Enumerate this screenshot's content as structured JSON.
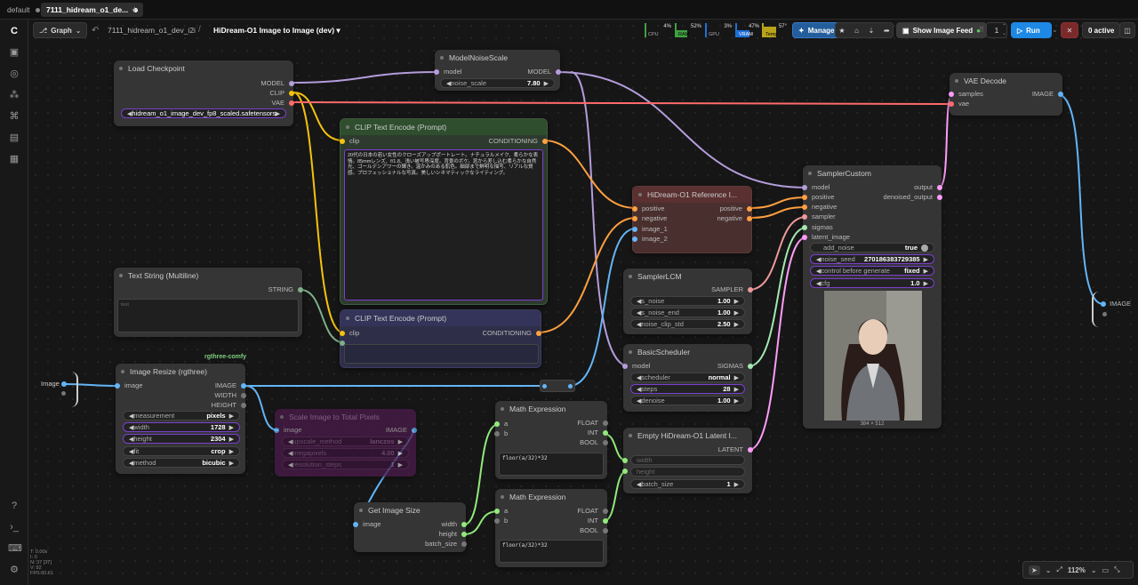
{
  "tabs": [
    "default",
    "7111_hidream_o1_de..."
  ],
  "breadcrumb": {
    "mode": "Graph",
    "workflow": "7111_hidream_o1_dev_i2i",
    "title": "HiDream-O1 Image to Image (dev)"
  },
  "stats": {
    "cpu_pct": "4%",
    "cpu_lbl": "CPU",
    "ram_pct": "52%",
    "ram_lbl": "RAM",
    "gpu_pct": "3%",
    "gpu_lbl": "GPU",
    "vram_pct": "47%",
    "vram_lbl": "VRAM",
    "temp_pct": "57°",
    "temp_lbl": "Temp"
  },
  "buttons": {
    "manager": "Manager",
    "show_feed": "Show Image Feed",
    "queue_count": "1",
    "run": "Run",
    "active": "0 active",
    "zoom": "112%"
  },
  "status_lines": [
    "T: 0.00s",
    "I: 0",
    "N: 37 [37]",
    "V: 92",
    "FPS:60.61"
  ],
  "nodes": {
    "load_ckpt": {
      "title": "Load Checkpoint",
      "out": [
        "MODEL",
        "CLIP",
        "VAE"
      ],
      "ckpt": "hidream_o1_image_dev_fp8_scaled.safetensors"
    },
    "noise_scale": {
      "title": "ModelNoiseScale",
      "in": "model",
      "out": "MODEL",
      "w_label": "noise_scale",
      "w_val": "7.80"
    },
    "clip1": {
      "title": "CLIP Text Encode (Prompt)",
      "in": "clip",
      "out": "CONDITIONING",
      "text": "20代の日本の若い女性のクローズアップポートレート。ナチュラルメイク、柔らかな表情。85mmレンズ、f/1.8、浅い被写界深度。背景のボケ。窓から差し込む柔らかな自然光、ゴールデンアワーの輝き。温かみのある肌色。細部まで鮮明な描写、リアルな質感。プロフェッショナルな写真。美しいシネマティックなライティング。"
    },
    "clip2": {
      "title": "CLIP Text Encode (Prompt)",
      "in": "clip",
      "out": "CONDITIONING"
    },
    "text_string": {
      "title": "Text String (Multiline)",
      "out": "STRING",
      "placeholder": "text"
    },
    "hd_ref": {
      "title": "HiDream-O1 Reference I...",
      "in": [
        "positive",
        "negative",
        "image_1",
        "image_2"
      ],
      "out": [
        "positive",
        "negative"
      ]
    },
    "sampler_custom": {
      "title": "SamplerCustom",
      "in": [
        "model",
        "positive",
        "negative",
        "sampler",
        "sigmas",
        "latent_image"
      ],
      "out": [
        "output",
        "denoised_output"
      ],
      "add_noise_lbl": "add_noise",
      "add_noise": "true",
      "seed_lbl": "noise_seed",
      "seed": "270186383729385",
      "cag_lbl": "control before generate",
      "cag": "fixed",
      "cfg_lbl": "cfg",
      "cfg": "1.0",
      "img_size": "384 × 512"
    },
    "vae_decode": {
      "title": "VAE Decode",
      "in": [
        "samples",
        "vae"
      ],
      "out": "IMAGE"
    },
    "sampler_lcm": {
      "title": "SamplerLCM",
      "out": "SAMPLER",
      "w": [
        [
          "s_noise",
          "1.00"
        ],
        [
          "s_noise_end",
          "1.00"
        ],
        [
          "noise_clip_std",
          "2.50"
        ]
      ]
    },
    "basic_sched": {
      "title": "BasicScheduler",
      "in": "model",
      "out": "SIGMAS",
      "w": [
        [
          "scheduler",
          "normal"
        ],
        [
          "steps",
          "28"
        ],
        [
          "denoise",
          "1.00"
        ]
      ]
    },
    "resize": {
      "title": "Image Resize (rgthree)",
      "badge": "rgthree-comfy",
      "in": "image",
      "out": [
        "IMAGE",
        "WIDTH",
        "HEIGHT"
      ],
      "w": [
        [
          "measurement",
          "pixels"
        ],
        [
          "width",
          "1728"
        ],
        [
          "height",
          "2304"
        ],
        [
          "fit",
          "crop"
        ],
        [
          "method",
          "bicubic"
        ]
      ]
    },
    "scale_total": {
      "title": "Scale Image to Total Pixels",
      "in": "image",
      "out": "IMAGE",
      "w": [
        [
          "upscale_method",
          "lanczos"
        ],
        [
          "megapixels",
          "4.00"
        ],
        [
          "resolution_steps",
          "1"
        ]
      ]
    },
    "math1": {
      "title": "Math Expression",
      "in": [
        "a",
        "b"
      ],
      "out": [
        "FLOAT",
        "INT",
        "BOOL"
      ],
      "expr": "floor(a/32)*32"
    },
    "math2": {
      "title": "Math Expression",
      "in": [
        "a",
        "b"
      ],
      "out": [
        "FLOAT",
        "INT",
        "BOOL"
      ],
      "expr": "floor(a/32)*32"
    },
    "empty_latent": {
      "title": "Empty HiDream-O1 Latent I...",
      "out": "LATENT",
      "w": [
        [
          "width",
          ""
        ],
        [
          "height",
          ""
        ],
        [
          "batch_size",
          "1"
        ]
      ]
    },
    "get_size": {
      "title": "Get Image Size",
      "in": "image",
      "out": [
        "width",
        "height",
        "batch_size"
      ]
    },
    "load_image": {
      "label": "Image"
    },
    "preview": {
      "label": "IMAGE"
    }
  },
  "colors": {
    "model": "#b39ddb",
    "clip": "#f4c20d",
    "vae": "#ff6b6b",
    "cond": "#ffa040",
    "image": "#64b5f6",
    "latent": "#ff9cf9",
    "sigmas": "#a3e9b2",
    "int": "#92ea7c",
    "sampler": "#ec9a9a"
  }
}
